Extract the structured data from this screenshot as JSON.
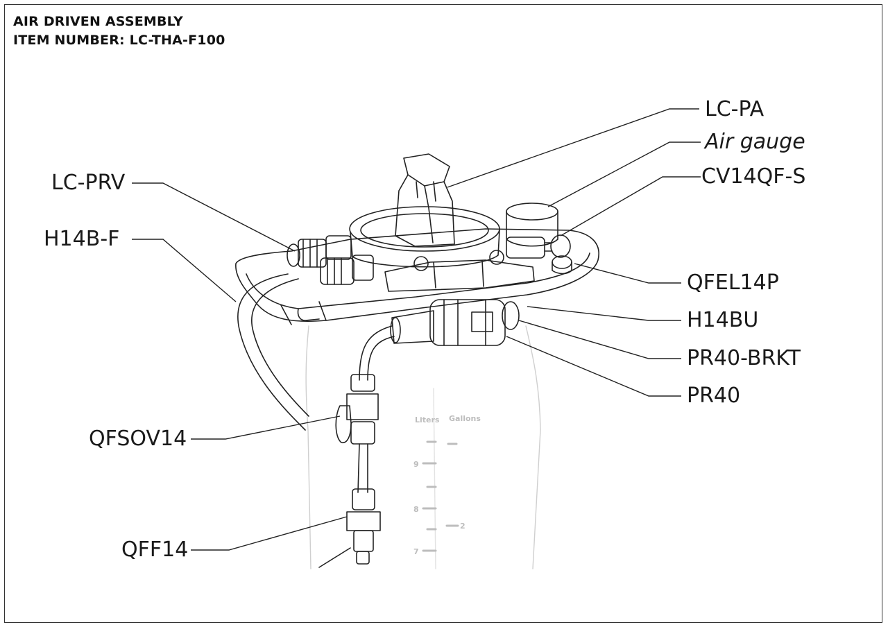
{
  "header": {
    "line1": "AIR DRIVEN ASSEMBLY",
    "line2": "ITEM NUMBER: LC-THA-F100"
  },
  "labels": {
    "lc_pa": "LC-PA",
    "air_gauge": "Air gauge",
    "cv14qf_s": "CV14QF-S",
    "lc_prv": "LC-PRV",
    "h14b_f": "H14B-F",
    "qfel14p": "QFEL14P",
    "h14bu": "H14BU",
    "pr40_brkt": "PR40-BRKT",
    "pr40": "PR40",
    "qfsov14": "QFSOV14",
    "qff14": "QFF14"
  },
  "tank_scale": {
    "liters_heading": "Liters",
    "gallons_heading": "Gallons",
    "liter_marks": [
      "9",
      "8",
      "7"
    ],
    "gallon_marks": [
      "2"
    ]
  }
}
